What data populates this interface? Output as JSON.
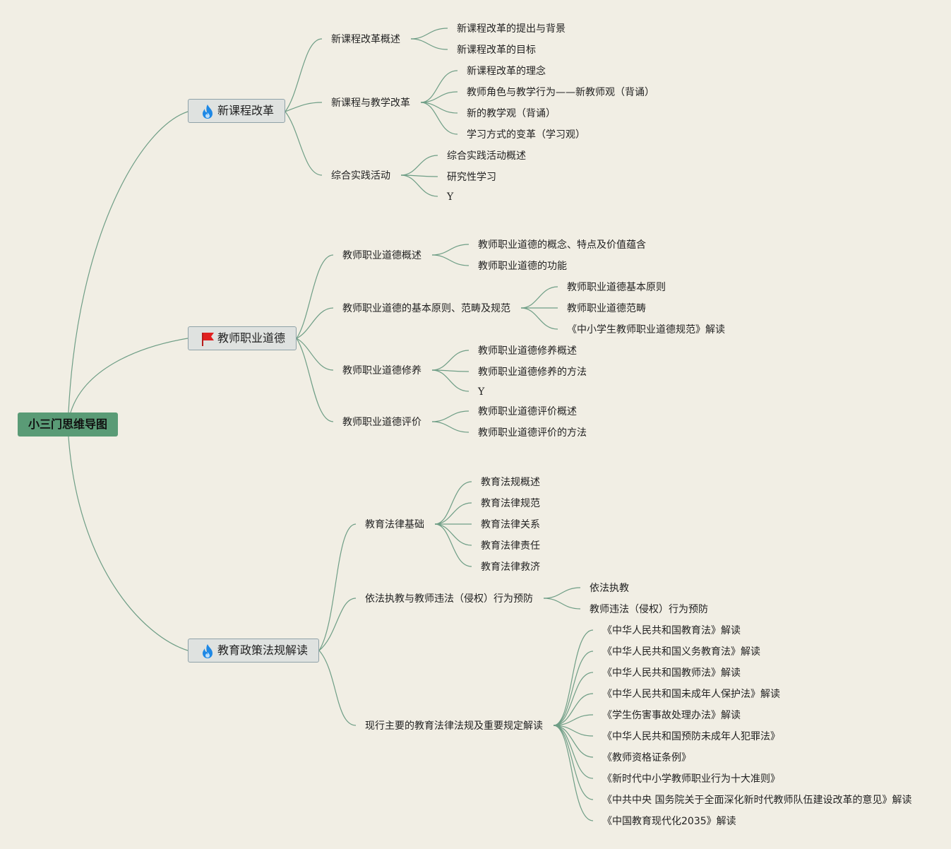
{
  "root": "小三门思维导图",
  "icons": {
    "n1": "fire-icon",
    "n2": "red-flag-icon",
    "n3": "fire-icon"
  },
  "colors": {
    "root_bg": "#5a9b76",
    "branch_line": "#6f9e86",
    "fire": "#1e88e5",
    "flag": "#e02020"
  },
  "n1": {
    "label": "新课程改革",
    "c1": {
      "label": "新课程改革概述",
      "l1": "新课程改革的提出与背景",
      "l2": "新课程改革的目标"
    },
    "c2": {
      "label": "新课程与教学改革",
      "l1": "新课程改革的理念",
      "l2": "教师角色与教学行为——新教师观（背诵）",
      "l3": "新的教学观（背诵）",
      "l4": "学习方式的变革（学习观）"
    },
    "c3": {
      "label": "综合实践活动",
      "l1": "综合实践活动概述",
      "l2": "研究性学习",
      "l3": "Y"
    }
  },
  "n2": {
    "label": "教师职业道德",
    "c1": {
      "label": "教师职业道德概述",
      "l1": "教师职业道德的概念、特点及价值蕴含",
      "l2": "教师职业道德的功能"
    },
    "c2": {
      "label": "教师职业道德的基本原则、范畴及规范",
      "l1": "教师职业道德基本原则",
      "l2": "教师职业道德范畴",
      "l3": "《中小学生教师职业道德规范》解读"
    },
    "c3": {
      "label": "教师职业道德修养",
      "l1": "教师职业道德修养概述",
      "l2": "教师职业道德修养的方法",
      "l3": "Y"
    },
    "c4": {
      "label": "教师职业道德评价",
      "l1": "教师职业道德评价概述",
      "l2": "教师职业道德评价的方法"
    }
  },
  "n3": {
    "label": "教育政策法规解读",
    "c1": {
      "label": "教育法律基础",
      "l1": "教育法规概述",
      "l2": "教育法律规范",
      "l3": "教育法律关系",
      "l4": "教育法律责任",
      "l5": "教育法律救济"
    },
    "c2": {
      "label": "依法执教与教师违法（侵权）行为预防",
      "l1": "依法执教",
      "l2": "教师违法（侵权）行为预防"
    },
    "c3": {
      "label": "现行主要的教育法律法规及重要规定解读",
      "l1": "《中华人民共和国教育法》解读",
      "l2": "《中华人民共和国义务教育法》解读",
      "l3": "《中华人民共和国教师法》解读",
      "l4": "《中华人民共和国未成年人保护法》解读",
      "l5": "《学生伤害事故处理办法》解读",
      "l6": "《中华人民共和国预防未成年人犯罪法》",
      "l7": "《教师资格证条例》",
      "l8": "《新时代中小学教师职业行为十大准则》",
      "l9": "《中共中央 国务院关于全面深化新时代教师队伍建设改革的意见》解读",
      "l10": "《中国教育现代化2035》解读"
    }
  }
}
